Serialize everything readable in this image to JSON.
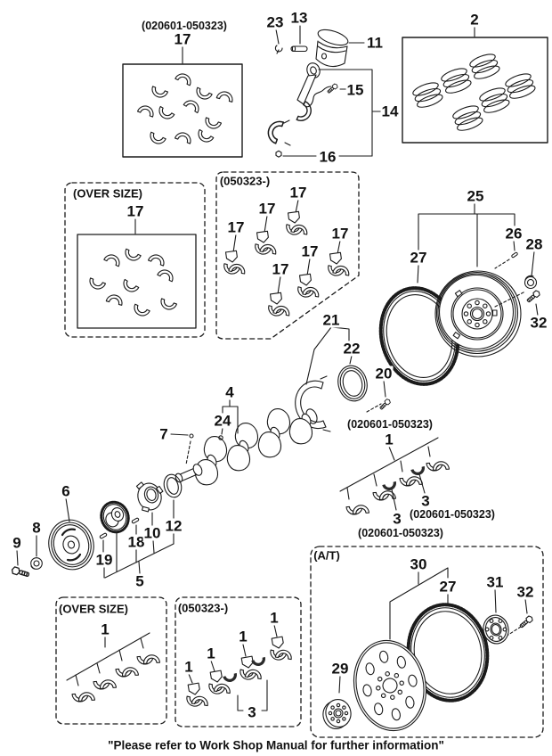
{
  "doc": {
    "footer_note": "\"Please refer to Work Shop Manual for further information\"",
    "range_a": "(020601-050323)",
    "range_b": "(050323-)",
    "oversize": "(OVER SIZE)",
    "at_tag": "(A/T)"
  },
  "callouts": {
    "c1": "1",
    "c2": "2",
    "c3": "3",
    "c4": "4",
    "c5": "5",
    "c6": "6",
    "c7": "7",
    "c8": "8",
    "c9": "9",
    "c10": "10",
    "c11": "11",
    "c12": "12",
    "c13": "13",
    "c14": "14",
    "c15": "15",
    "c16": "16",
    "c17": "17",
    "c18": "18",
    "c19": "19",
    "c20": "20",
    "c21": "21",
    "c22": "22",
    "c23": "23",
    "c24": "24",
    "c25": "25",
    "c26": "26",
    "c27": "27",
    "c28": "28",
    "c29": "29",
    "c30": "30",
    "c31": "31",
    "c32": "32"
  }
}
